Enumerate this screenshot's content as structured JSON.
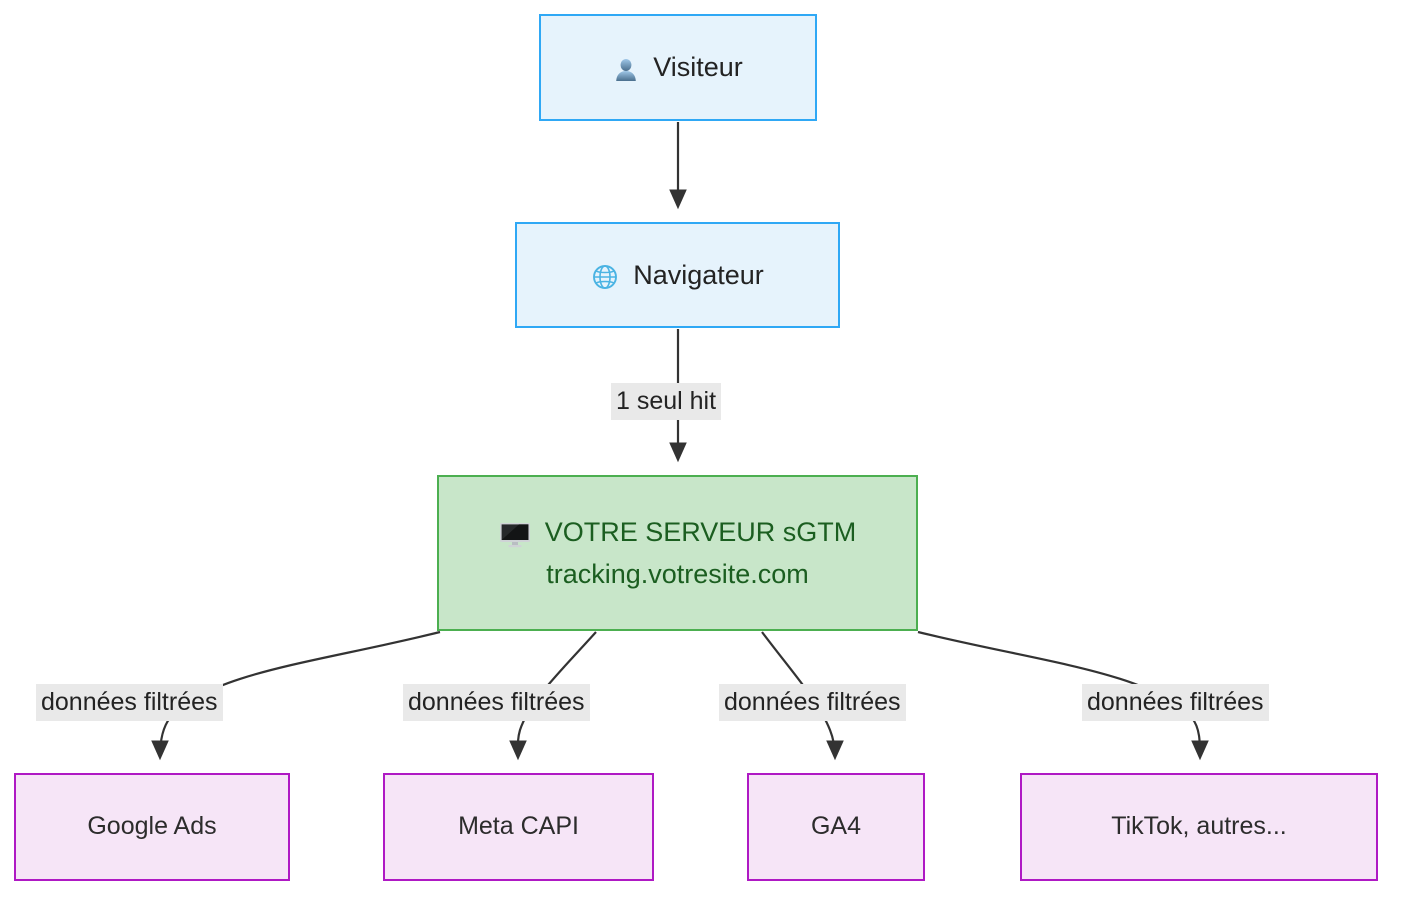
{
  "diagram": {
    "type": "flowchart",
    "direction": "top-down",
    "background_color": "#ffffff",
    "palette": {
      "blue_fill": "#e6f3fc",
      "blue_stroke": "#2fa8f5",
      "green_fill": "#c8e6c9",
      "green_stroke": "#4caf50",
      "green_text": "#1b5e20",
      "purple_fill": "#f6e5f7",
      "purple_stroke": "#af19c4",
      "edge_color": "#333333",
      "label_background": "#e9e9e9",
      "default_text": "#232323"
    },
    "nodes": {
      "visitor": {
        "label": "Visiteur",
        "icon": "person-icon",
        "style": "blue"
      },
      "browser": {
        "label": "Navigateur",
        "icon": "globe-icon",
        "style": "blue"
      },
      "server": {
        "title": "VOTRE SERVEUR sGTM",
        "subtitle": "tracking.votresite.com",
        "icon": "monitor-icon",
        "style": "green"
      },
      "destinations": [
        {
          "id": "google-ads",
          "label": "Google Ads",
          "style": "purple"
        },
        {
          "id": "meta-capi",
          "label": "Meta CAPI",
          "style": "purple"
        },
        {
          "id": "ga4",
          "label": "GA4",
          "style": "purple"
        },
        {
          "id": "tiktok-autres",
          "label": "TikTok, autres...",
          "style": "purple"
        }
      ]
    },
    "edges": {
      "visitor_to_browser": {
        "label": ""
      },
      "browser_to_server": {
        "label": "1 seul hit"
      },
      "server_to_google_ads": {
        "label": "données filtrées"
      },
      "server_to_meta_capi": {
        "label": "données filtrées"
      },
      "server_to_ga4": {
        "label": "données filtrées"
      },
      "server_to_tiktok": {
        "label": "données filtrées"
      }
    }
  }
}
